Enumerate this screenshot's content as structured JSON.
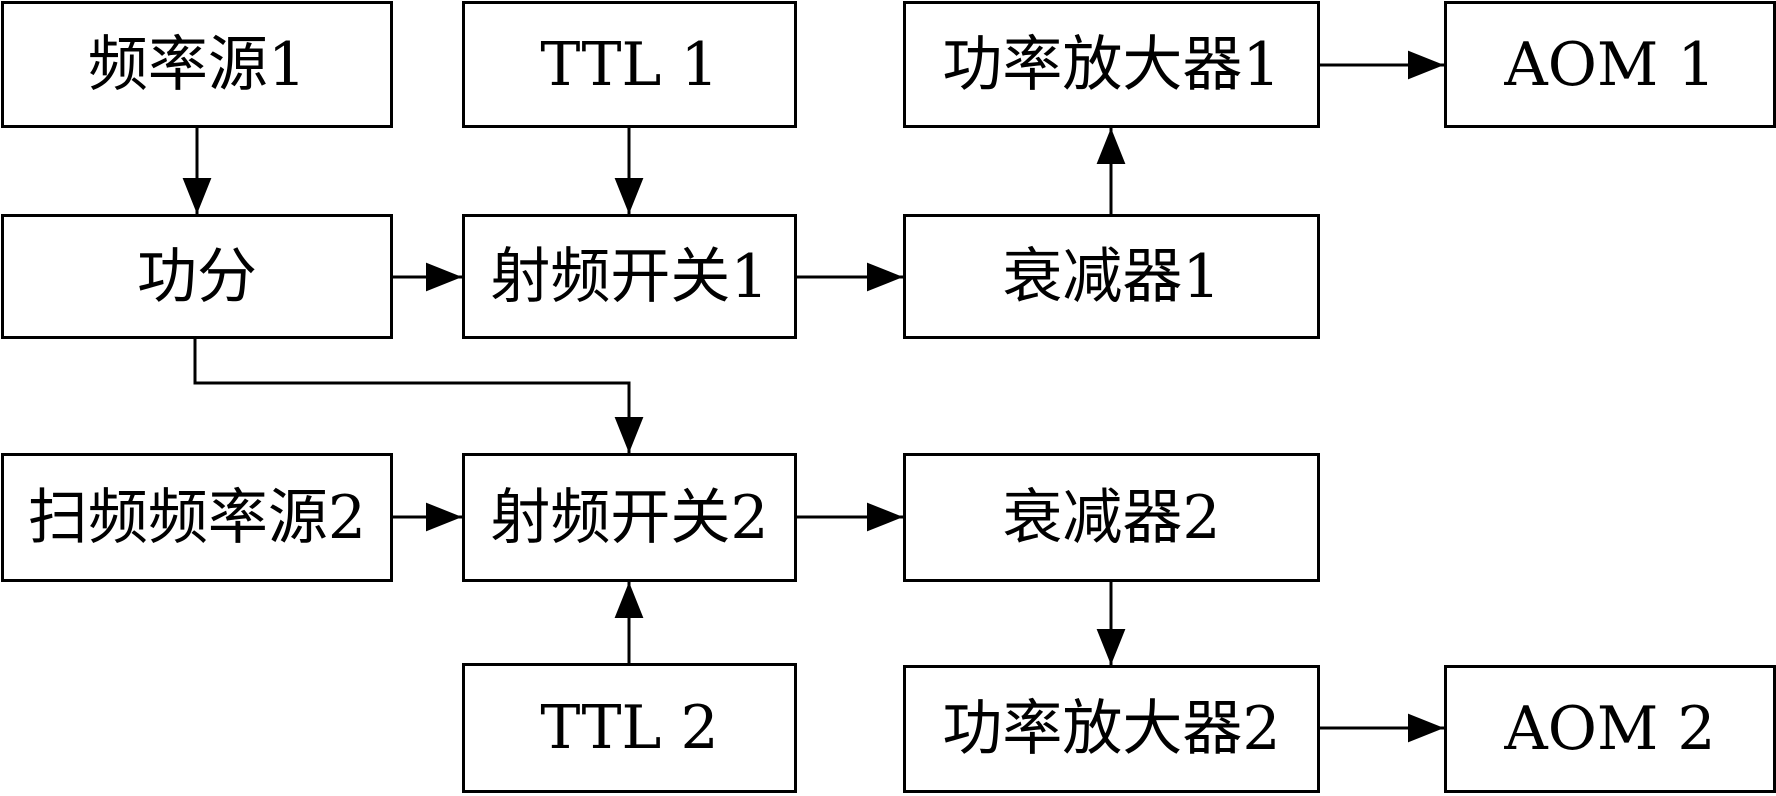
{
  "diagram": {
    "blocks": {
      "freq_source_1": "频率源1",
      "ttl_1": "TTL 1",
      "power_amp_1": "功率放大器1",
      "aom_1": "AOM 1",
      "splitter": "功分",
      "rf_switch_1": "射频开关1",
      "attenuator_1": "衰减器1",
      "sweep_freq_source_2": "扫频频率源2",
      "rf_switch_2": "射频开关2",
      "attenuator_2": "衰减器2",
      "ttl_2": "TTL 2",
      "power_amp_2": "功率放大器2",
      "aom_2": "AOM 2"
    },
    "connections": [
      {
        "from": "freq_source_1",
        "to": "splitter"
      },
      {
        "from": "ttl_1",
        "to": "rf_switch_1"
      },
      {
        "from": "splitter",
        "to": "rf_switch_1"
      },
      {
        "from": "splitter",
        "to": "rf_switch_2"
      },
      {
        "from": "rf_switch_1",
        "to": "attenuator_1"
      },
      {
        "from": "attenuator_1",
        "to": "power_amp_1"
      },
      {
        "from": "power_amp_1",
        "to": "aom_1"
      },
      {
        "from": "sweep_freq_source_2",
        "to": "rf_switch_2"
      },
      {
        "from": "ttl_2",
        "to": "rf_switch_2"
      },
      {
        "from": "rf_switch_2",
        "to": "attenuator_2"
      },
      {
        "from": "attenuator_2",
        "to": "power_amp_2"
      },
      {
        "from": "power_amp_2",
        "to": "aom_2"
      }
    ],
    "line_color": "#000000"
  }
}
